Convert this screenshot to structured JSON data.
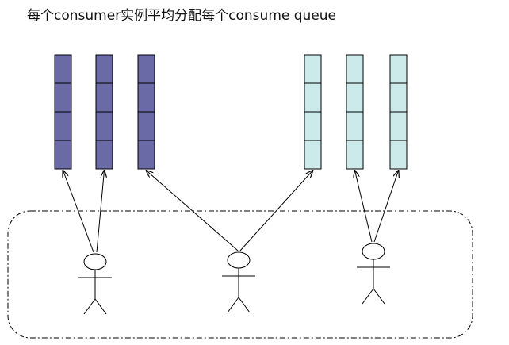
{
  "caption": "每个consumer实例平均分配每个consume queue",
  "colors": {
    "queue_group_1": "#6a6aa6",
    "queue_group_2": "#cdeaea",
    "stroke": "#000000",
    "background": "#ffffff"
  },
  "queues": [
    {
      "group": 1,
      "cells": 4
    },
    {
      "group": 1,
      "cells": 4
    },
    {
      "group": 1,
      "cells": 4
    },
    {
      "group": 2,
      "cells": 4
    },
    {
      "group": 2,
      "cells": 4
    },
    {
      "group": 2,
      "cells": 4
    }
  ],
  "consumers": [
    {
      "queues": [
        0,
        1
      ]
    },
    {
      "queues": [
        2,
        3
      ]
    },
    {
      "queues": [
        4,
        5
      ]
    }
  ],
  "consumer_group_border": "dash-dot rounded rectangle"
}
